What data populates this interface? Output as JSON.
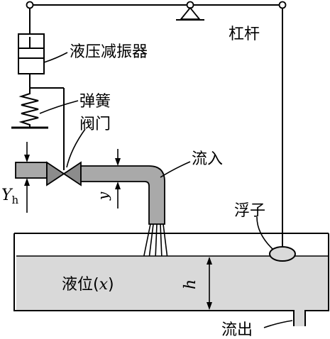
{
  "labels": {
    "lever": "杠杆",
    "damper": "液压减振器",
    "spring": "弹簧",
    "valve": "阀门",
    "inflow": "流入",
    "float": "浮子",
    "level_text": "液位(",
    "level_var": "x",
    "level_close": ")",
    "h": "h",
    "outflow": "流出",
    "yh_main": "Y",
    "yh_sub": "h",
    "y": "y"
  },
  "colors": {
    "pipe": "#a9a9a9",
    "liquid": "#d9d9d9",
    "valve": "#8c8c8c",
    "line": "#000000",
    "background": "#ffffff"
  }
}
